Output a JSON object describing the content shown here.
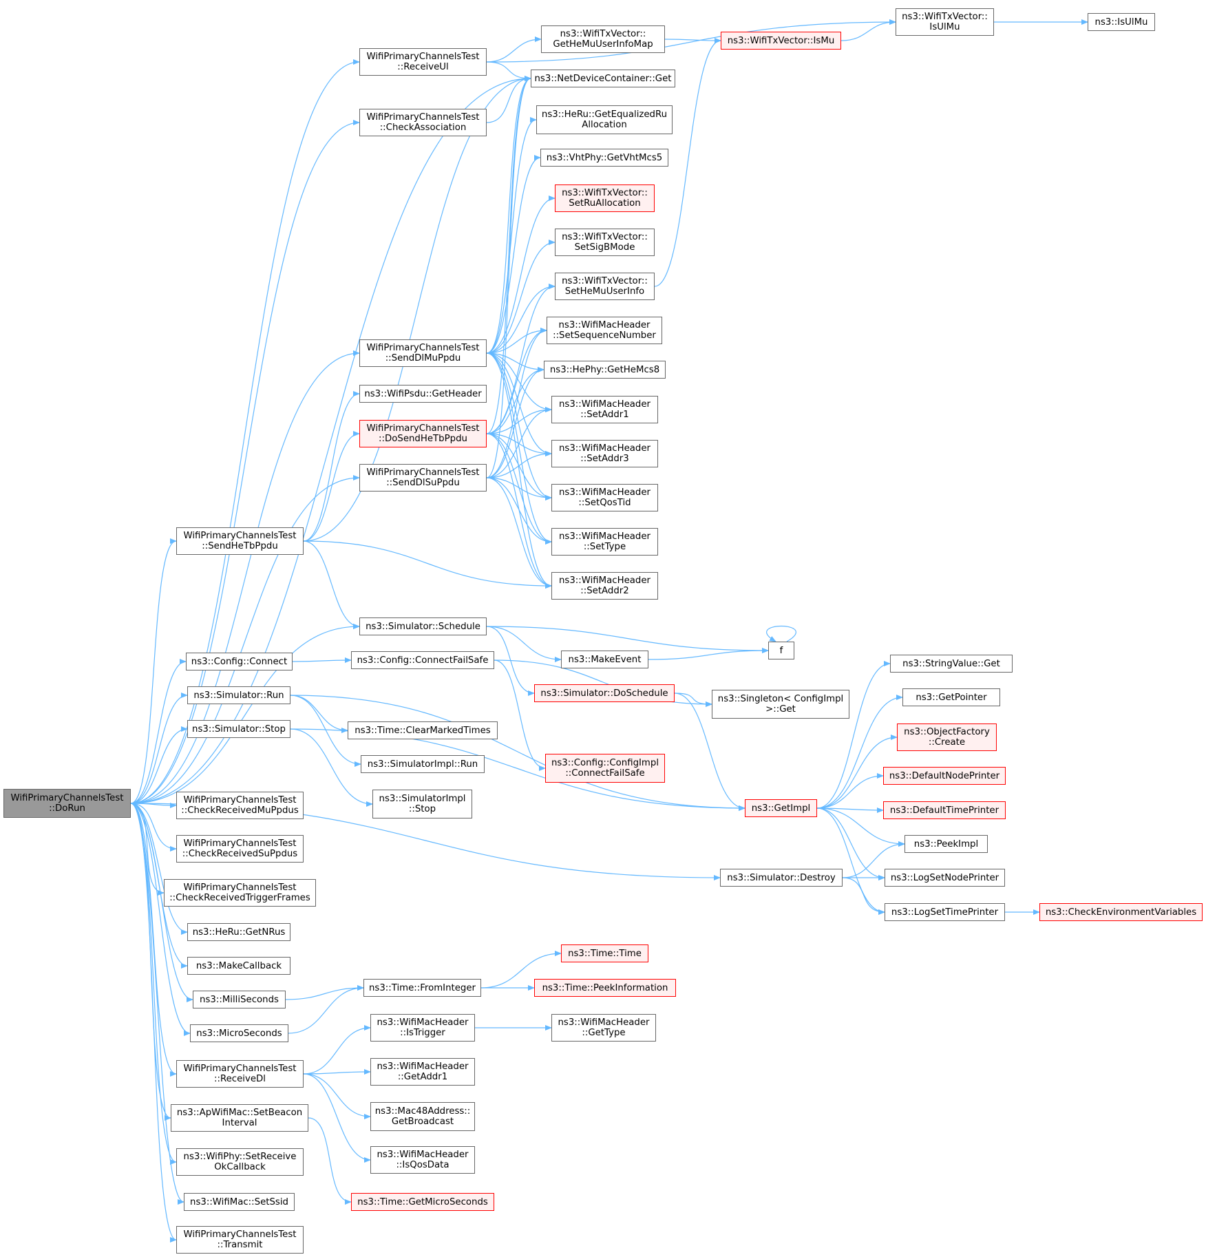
{
  "diagram": {
    "nodes": [
      {
        "id": "root",
        "lines": [
          "WifiPrimaryChannelsTest",
          "::DoRun"
        ],
        "root": true
      },
      {
        "id": "recvUl",
        "lines": [
          "WifiPrimaryChannelsTest",
          "::ReceiveUl"
        ]
      },
      {
        "id": "checkAssoc",
        "lines": [
          "WifiPrimaryChannelsTest",
          "::CheckAssociation"
        ]
      },
      {
        "id": "sendDlMu",
        "lines": [
          "WifiPrimaryChannelsTest",
          "::SendDlMuPpdu"
        ]
      },
      {
        "id": "psduHdr",
        "lines": [
          "ns3::WifiPsdu::GetHeader"
        ]
      },
      {
        "id": "doSendHeTb",
        "lines": [
          "WifiPrimaryChannelsTest",
          "::DoSendHeTbPpdu"
        ],
        "red": true
      },
      {
        "id": "sendDlSu",
        "lines": [
          "WifiPrimaryChannelsTest",
          "::SendDlSuPpdu"
        ]
      },
      {
        "id": "sendHeTb",
        "lines": [
          "WifiPrimaryChannelsTest",
          "::SendHeTbPpdu"
        ]
      },
      {
        "id": "schedule",
        "lines": [
          "ns3::Simulator::Schedule"
        ]
      },
      {
        "id": "cfgConnect",
        "lines": [
          "ns3::Config::Connect"
        ]
      },
      {
        "id": "cfgCFS",
        "lines": [
          "ns3::Config::ConnectFailSafe"
        ]
      },
      {
        "id": "simRun",
        "lines": [
          "ns3::Simulator::Run"
        ]
      },
      {
        "id": "clearMarked",
        "lines": [
          "ns3::Time::ClearMarkedTimes"
        ]
      },
      {
        "id": "implRun",
        "lines": [
          "ns3::SimulatorImpl::Run"
        ]
      },
      {
        "id": "simStop",
        "lines": [
          "ns3::Simulator::Stop"
        ]
      },
      {
        "id": "implStop",
        "lines": [
          "ns3::SimulatorImpl",
          "::Stop"
        ]
      },
      {
        "id": "chkMu",
        "lines": [
          "WifiPrimaryChannelsTest",
          "::CheckReceivedMuPpdus"
        ]
      },
      {
        "id": "chkSu",
        "lines": [
          "WifiPrimaryChannelsTest",
          "::CheckReceivedSuPpdus"
        ]
      },
      {
        "id": "chkTrig",
        "lines": [
          "WifiPrimaryChannelsTest",
          "::CheckReceivedTriggerFrames"
        ]
      },
      {
        "id": "getNRus",
        "lines": [
          "ns3::HeRu::GetNRus"
        ]
      },
      {
        "id": "makeCb",
        "lines": [
          "ns3::MakeCallback"
        ]
      },
      {
        "id": "milli",
        "lines": [
          "ns3::MilliSeconds"
        ]
      },
      {
        "id": "micro",
        "lines": [
          "ns3::MicroSeconds"
        ]
      },
      {
        "id": "recvDl",
        "lines": [
          "WifiPrimaryChannelsTest",
          "::ReceiveDl"
        ]
      },
      {
        "id": "setBeacon",
        "lines": [
          "ns3::ApWifiMac::SetBeacon",
          "Interval"
        ]
      },
      {
        "id": "setRecvCb",
        "lines": [
          "ns3::WifiPhy::SetReceive",
          "OkCallback"
        ]
      },
      {
        "id": "setSsid",
        "lines": [
          "ns3::WifiMac::SetSsid"
        ]
      },
      {
        "id": "transmit",
        "lines": [
          "WifiPrimaryChannelsTest",
          "::Transmit"
        ]
      },
      {
        "id": "getHeMuMap",
        "lines": [
          "ns3::WifiTxVector::",
          "GetHeMuUserInfoMap"
        ]
      },
      {
        "id": "ndcGet",
        "lines": [
          "ns3::NetDeviceContainer::Get"
        ]
      },
      {
        "id": "eqRu",
        "lines": [
          "ns3::HeRu::GetEqualizedRu",
          "Allocation"
        ]
      },
      {
        "id": "vhtMcs5",
        "lines": [
          "ns3::VhtPhy::GetVhtMcs5"
        ]
      },
      {
        "id": "setRuAlloc",
        "lines": [
          "ns3::WifiTxVector::",
          "SetRuAllocation"
        ],
        "red": true
      },
      {
        "id": "setSigB",
        "lines": [
          "ns3::WifiTxVector::",
          "SetSigBMode"
        ]
      },
      {
        "id": "setHeMuUser",
        "lines": [
          "ns3::WifiTxVector::",
          "SetHeMuUserInfo"
        ]
      },
      {
        "id": "setSeq",
        "lines": [
          "ns3::WifiMacHeader",
          "::SetSequenceNumber"
        ]
      },
      {
        "id": "heMcs8",
        "lines": [
          "ns3::HePhy::GetHeMcs8"
        ]
      },
      {
        "id": "setAddr1",
        "lines": [
          "ns3::WifiMacHeader",
          "::SetAddr1"
        ]
      },
      {
        "id": "setAddr3",
        "lines": [
          "ns3::WifiMacHeader",
          "::SetAddr3"
        ]
      },
      {
        "id": "setQosTid",
        "lines": [
          "ns3::WifiMacHeader",
          "::SetQosTid"
        ]
      },
      {
        "id": "setType",
        "lines": [
          "ns3::WifiMacHeader",
          "::SetType"
        ]
      },
      {
        "id": "setAddr2",
        "lines": [
          "ns3::WifiMacHeader",
          "::SetAddr2"
        ]
      },
      {
        "id": "makeEvent",
        "lines": [
          "ns3::MakeEvent"
        ]
      },
      {
        "id": "doSchedule",
        "lines": [
          "ns3::Simulator::DoSchedule"
        ],
        "red": true
      },
      {
        "id": "cfgImplCFS",
        "lines": [
          "ns3::Config::ConfigImpl",
          "::ConnectFailSafe"
        ],
        "red": true
      },
      {
        "id": "isMu",
        "lines": [
          "ns3::WifiTxVector::IsMu"
        ],
        "red": true
      },
      {
        "id": "isUlMuTx",
        "lines": [
          "ns3::WifiTxVector::",
          "IsUlMu"
        ]
      },
      {
        "id": "isUlMu",
        "lines": [
          "ns3::IsUlMu"
        ]
      },
      {
        "id": "f",
        "lines": [
          "f"
        ]
      },
      {
        "id": "singleton",
        "lines": [
          "ns3::Singleton< ConfigImpl",
          ">::Get"
        ]
      },
      {
        "id": "getImpl",
        "lines": [
          "ns3::GetImpl"
        ],
        "red": true
      },
      {
        "id": "simDestroy",
        "lines": [
          "ns3::Simulator::Destroy"
        ]
      },
      {
        "id": "strGet",
        "lines": [
          "ns3::StringValue::Get"
        ]
      },
      {
        "id": "getPointer",
        "lines": [
          "ns3::GetPointer"
        ]
      },
      {
        "id": "objCreate",
        "lines": [
          "ns3::ObjectFactory",
          "::Create"
        ],
        "red": true
      },
      {
        "id": "defNode",
        "lines": [
          "ns3::DefaultNodePrinter"
        ],
        "red": true
      },
      {
        "id": "defTime",
        "lines": [
          "ns3::DefaultTimePrinter"
        ],
        "red": true
      },
      {
        "id": "peekImpl",
        "lines": [
          "ns3::PeekImpl"
        ]
      },
      {
        "id": "logNode",
        "lines": [
          "ns3::LogSetNodePrinter"
        ]
      },
      {
        "id": "logTime",
        "lines": [
          "ns3::LogSetTimePrinter"
        ]
      },
      {
        "id": "checkEnv",
        "lines": [
          "ns3::CheckEnvironmentVariables"
        ],
        "red": true
      },
      {
        "id": "fromInt",
        "lines": [
          "ns3::Time::FromInteger"
        ]
      },
      {
        "id": "timeTime",
        "lines": [
          "ns3::Time::Time"
        ],
        "red": true
      },
      {
        "id": "peekInfo",
        "lines": [
          "ns3::Time::PeekInformation"
        ],
        "red": true
      },
      {
        "id": "isTrigger",
        "lines": [
          "ns3::WifiMacHeader",
          "::IsTrigger"
        ]
      },
      {
        "id": "getType",
        "lines": [
          "ns3::WifiMacHeader",
          "::GetType"
        ]
      },
      {
        "id": "getAddr1",
        "lines": [
          "ns3::WifiMacHeader",
          "::GetAddr1"
        ]
      },
      {
        "id": "getBcast",
        "lines": [
          "ns3::Mac48Address::",
          "GetBroadcast"
        ]
      },
      {
        "id": "isQos",
        "lines": [
          "ns3::WifiMacHeader",
          "::IsQosData"
        ]
      },
      {
        "id": "getMicroSec",
        "lines": [
          "ns3::Time::GetMicroSeconds"
        ],
        "red": true
      }
    ],
    "edges": [
      [
        "root",
        "recvUl"
      ],
      [
        "root",
        "checkAssoc"
      ],
      [
        "root",
        "ndcGet"
      ],
      [
        "root",
        "sendDlMu"
      ],
      [
        "root",
        "sendDlSu"
      ],
      [
        "root",
        "sendHeTb"
      ],
      [
        "root",
        "schedule"
      ],
      [
        "root",
        "cfgConnect"
      ],
      [
        "root",
        "simRun"
      ],
      [
        "root",
        "simStop"
      ],
      [
        "root",
        "simDestroy"
      ],
      [
        "root",
        "chkMu"
      ],
      [
        "root",
        "chkSu"
      ],
      [
        "root",
        "chkTrig"
      ],
      [
        "root",
        "getNRus"
      ],
      [
        "root",
        "makeCb"
      ],
      [
        "root",
        "milli"
      ],
      [
        "root",
        "micro"
      ],
      [
        "root",
        "recvDl"
      ],
      [
        "root",
        "setBeacon"
      ],
      [
        "root",
        "setRecvCb"
      ],
      [
        "root",
        "setSsid"
      ],
      [
        "root",
        "transmit"
      ],
      [
        "recvUl",
        "isUlMuTx"
      ],
      [
        "recvUl",
        "getHeMuMap"
      ],
      [
        "recvUl",
        "ndcGet"
      ],
      [
        "checkAssoc",
        "ndcGet"
      ],
      [
        "getHeMuMap",
        "isMu"
      ],
      [
        "isMu",
        "isUlMuTx"
      ],
      [
        "isUlMuTx",
        "isUlMu"
      ],
      [
        "setHeMuUser",
        "isMu"
      ],
      [
        "sendDlMu",
        "ndcGet"
      ],
      [
        "sendDlMu",
        "eqRu"
      ],
      [
        "sendDlMu",
        "vhtMcs5"
      ],
      [
        "sendDlMu",
        "setRuAlloc"
      ],
      [
        "sendDlMu",
        "setSigB"
      ],
      [
        "sendDlMu",
        "setHeMuUser"
      ],
      [
        "sendDlMu",
        "setSeq"
      ],
      [
        "sendDlMu",
        "heMcs8"
      ],
      [
        "sendDlMu",
        "setAddr1"
      ],
      [
        "sendDlMu",
        "setAddr3"
      ],
      [
        "sendDlMu",
        "setQosTid"
      ],
      [
        "sendDlMu",
        "setType"
      ],
      [
        "sendDlMu",
        "setAddr2"
      ],
      [
        "doSendHeTb",
        "ndcGet"
      ],
      [
        "doSendHeTb",
        "setHeMuUser"
      ],
      [
        "doSendHeTb",
        "setSeq"
      ],
      [
        "doSendHeTb",
        "heMcs8"
      ],
      [
        "doSendHeTb",
        "setAddr1"
      ],
      [
        "doSendHeTb",
        "setAddr3"
      ],
      [
        "doSendHeTb",
        "setQosTid"
      ],
      [
        "doSendHeTb",
        "setType"
      ],
      [
        "doSendHeTb",
        "setAddr2"
      ],
      [
        "sendDlSu",
        "ndcGet"
      ],
      [
        "sendDlSu",
        "setSeq"
      ],
      [
        "sendDlSu",
        "heMcs8"
      ],
      [
        "sendDlSu",
        "setAddr1"
      ],
      [
        "sendDlSu",
        "setAddr3"
      ],
      [
        "sendDlSu",
        "setQosTid"
      ],
      [
        "sendDlSu",
        "setType"
      ],
      [
        "sendDlSu",
        "setAddr2"
      ],
      [
        "sendHeTb",
        "ndcGet"
      ],
      [
        "sendHeTb",
        "psduHdr"
      ],
      [
        "sendHeTb",
        "doSendHeTb"
      ],
      [
        "sendHeTb",
        "schedule"
      ],
      [
        "sendHeTb",
        "setAddr2"
      ],
      [
        "schedule",
        "f"
      ],
      [
        "schedule",
        "makeEvent"
      ],
      [
        "schedule",
        "doSchedule"
      ],
      [
        "makeEvent",
        "f"
      ],
      [
        "f",
        "f"
      ],
      [
        "doSchedule",
        "singleton"
      ],
      [
        "doSchedule",
        "getImpl"
      ],
      [
        "cfgConnect",
        "cfgCFS"
      ],
      [
        "cfgCFS",
        "singleton"
      ],
      [
        "cfgCFS",
        "cfgImplCFS"
      ],
      [
        "simRun",
        "getImpl"
      ],
      [
        "simRun",
        "clearMarked"
      ],
      [
        "simRun",
        "implRun"
      ],
      [
        "simStop",
        "getImpl"
      ],
      [
        "simStop",
        "implStop"
      ],
      [
        "getImpl",
        "strGet"
      ],
      [
        "getImpl",
        "getPointer"
      ],
      [
        "getImpl",
        "objCreate"
      ],
      [
        "getImpl",
        "defNode"
      ],
      [
        "getImpl",
        "defTime"
      ],
      [
        "getImpl",
        "peekImpl"
      ],
      [
        "getImpl",
        "logNode"
      ],
      [
        "getImpl",
        "logTime"
      ],
      [
        "simDestroy",
        "peekImpl"
      ],
      [
        "simDestroy",
        "logNode"
      ],
      [
        "simDestroy",
        "logTime"
      ],
      [
        "logTime",
        "checkEnv"
      ],
      [
        "milli",
        "fromInt"
      ],
      [
        "micro",
        "fromInt"
      ],
      [
        "fromInt",
        "timeTime"
      ],
      [
        "fromInt",
        "peekInfo"
      ],
      [
        "recvDl",
        "isTrigger"
      ],
      [
        "recvDl",
        "getAddr1"
      ],
      [
        "recvDl",
        "getBcast"
      ],
      [
        "recvDl",
        "isQos"
      ],
      [
        "isTrigger",
        "getType"
      ],
      [
        "setBeacon",
        "getMicroSec"
      ]
    ]
  },
  "colors": {
    "edge": "#63b8ff",
    "node_border": "#666666",
    "root_fill": "#999999",
    "red_border": "#ff0000",
    "red_fill": "#fff0f0"
  }
}
